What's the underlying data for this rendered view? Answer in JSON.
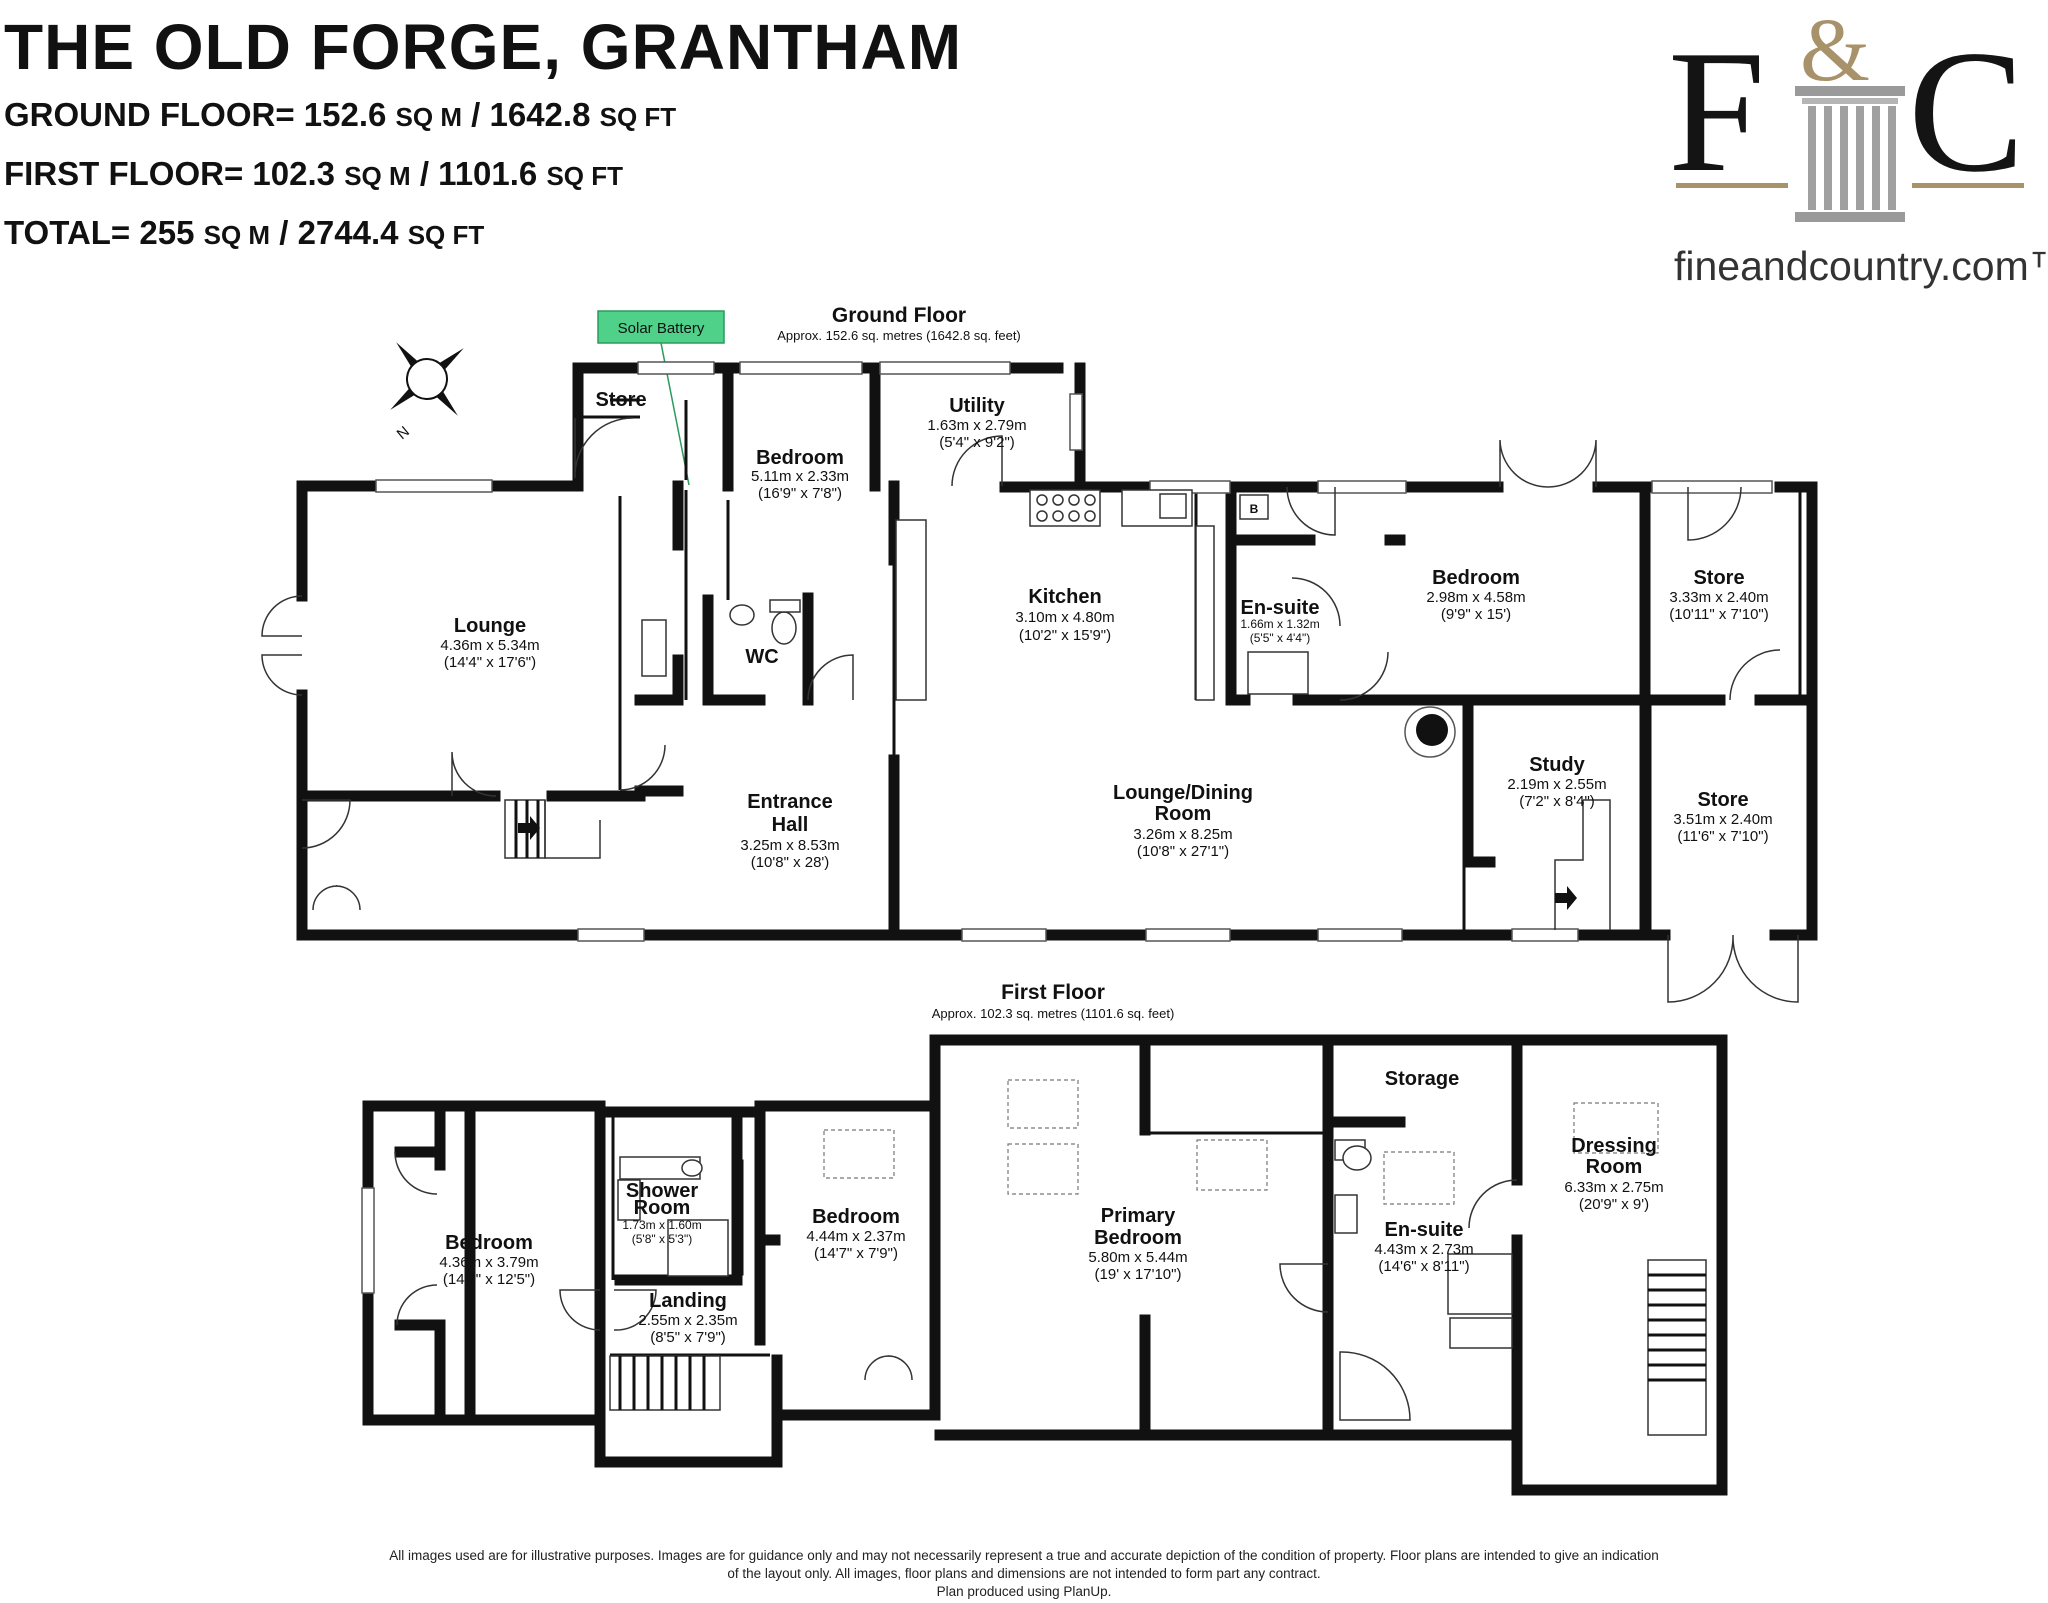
{
  "header": {
    "title": "THE OLD FORGE, GRANTHAM",
    "ground_floor": {
      "label": "GROUND FLOOR=",
      "sqm": "152.6",
      "sqm_unit": "SQ M",
      "sep": "/",
      "sqft": "1642.8",
      "sqft_unit": "SQ FT"
    },
    "first_floor": {
      "label": "FIRST FLOOR=",
      "sqm": "102.3",
      "sqm_unit": "SQ M",
      "sep": "/",
      "sqft": "1101.6",
      "sqft_unit": "SQ FT"
    },
    "total": {
      "label": "TOTAL=",
      "sqm": "255",
      "sqm_unit": "SQ M",
      "sep": "/",
      "sqft": "2744.4",
      "sqft_unit": "SQ FT"
    }
  },
  "logo": {
    "letters_f": "F",
    "letters_amp": "&",
    "letters_c": "C",
    "website": "fineandcountry.com™",
    "brand_dark": "#141414",
    "brand_gold": "#a8926a"
  },
  "compass": {
    "icon": "compass-icon",
    "letter": "N"
  },
  "ground_floor": {
    "title": "Ground Floor",
    "approx": "Approx. 152.6 sq. metres (1642.8 sq. feet)",
    "solar_battery": "Solar Battery",
    "rooms": {
      "store_small": {
        "name": "Store"
      },
      "bedroom_front": {
        "name": "Bedroom",
        "m": "5.11m x 2.33m",
        "ft": "(16'9\" x 7'8\")"
      },
      "utility": {
        "name": "Utility",
        "m": "1.63m x 2.79m",
        "ft": "(5'4\" x 9'2\")"
      },
      "lounge": {
        "name": "Lounge",
        "m": "4.36m x 5.34m",
        "ft": "(14'4\" x 17'6\")"
      },
      "wc": {
        "name": "WC"
      },
      "kitchen": {
        "name": "Kitchen",
        "m": "3.10m x 4.80m",
        "ft": "(10'2\" x 15'9\")"
      },
      "ensuite": {
        "name": "En-suite",
        "m": "1.66m x 1.32m",
        "ft": "(5'5\" x 4'4\")",
        "boiler": "B"
      },
      "bedroom_rear": {
        "name": "Bedroom",
        "m": "2.98m x 4.58m",
        "ft": "(9'9\" x 15')"
      },
      "store_a": {
        "name": "Store",
        "m": "3.33m x 2.40m",
        "ft": "(10'11\" x 7'10\")"
      },
      "entrance_hall": {
        "name1": "Entrance",
        "name2": "Hall",
        "m": "3.25m x 8.53m",
        "ft": "(10'8\" x 28')"
      },
      "lounge_dining": {
        "name1": "Lounge/Dining",
        "name2": "Room",
        "m": "3.26m x 8.25m",
        "ft": "(10'8\" x 27'1\")"
      },
      "study": {
        "name": "Study",
        "m": "2.19m x 2.55m",
        "ft": "(7'2\" x 8'4\")"
      },
      "store_b": {
        "name": "Store",
        "m": "3.51m x 2.40m",
        "ft": "(11'6\" x 7'10\")"
      }
    }
  },
  "first_floor": {
    "title": "First Floor",
    "approx": "Approx. 102.3 sq. metres (1101.6 sq. feet)",
    "rooms": {
      "bedroom_left": {
        "name": "Bedroom",
        "m": "4.36m x 3.79m",
        "ft": "(14'4\" x 12'5\")"
      },
      "shower_room": {
        "name1": "Shower",
        "name2": "Room",
        "m": "1.73m x 1.60m",
        "ft": "(5'8\" x 5'3\")"
      },
      "bedroom_mid": {
        "name": "Bedroom",
        "m": "4.44m x 2.37m",
        "ft": "(14'7\" x 7'9\")"
      },
      "landing": {
        "name": "Landing",
        "m": "2.55m x 2.35m",
        "ft": "(8'5\" x 7'9\")"
      },
      "primary": {
        "name1": "Primary",
        "name2": "Bedroom",
        "m": "5.80m x 5.44m",
        "ft": "(19' x 17'10\")"
      },
      "storage": {
        "name": "Storage"
      },
      "ensuite": {
        "name": "En-suite",
        "m": "4.43m x 2.73m",
        "ft": "(14'6\" x 8'11\")"
      },
      "dressing": {
        "name1": "Dressing",
        "name2": "Room",
        "m": "6.33m x 2.75m",
        "ft": "(20'9\" x 9')"
      }
    }
  },
  "footer": {
    "line1": "All images used are for illustrative purposes. Images are for guidance only and may not necessarily represent a true and accurate depiction of the condition of property. Floor plans are intended to give an indication",
    "line2": "of the layout only. All images, floor plans and dimensions are not intended to form part any contract.",
    "line3": "Plan produced using PlanUp."
  }
}
